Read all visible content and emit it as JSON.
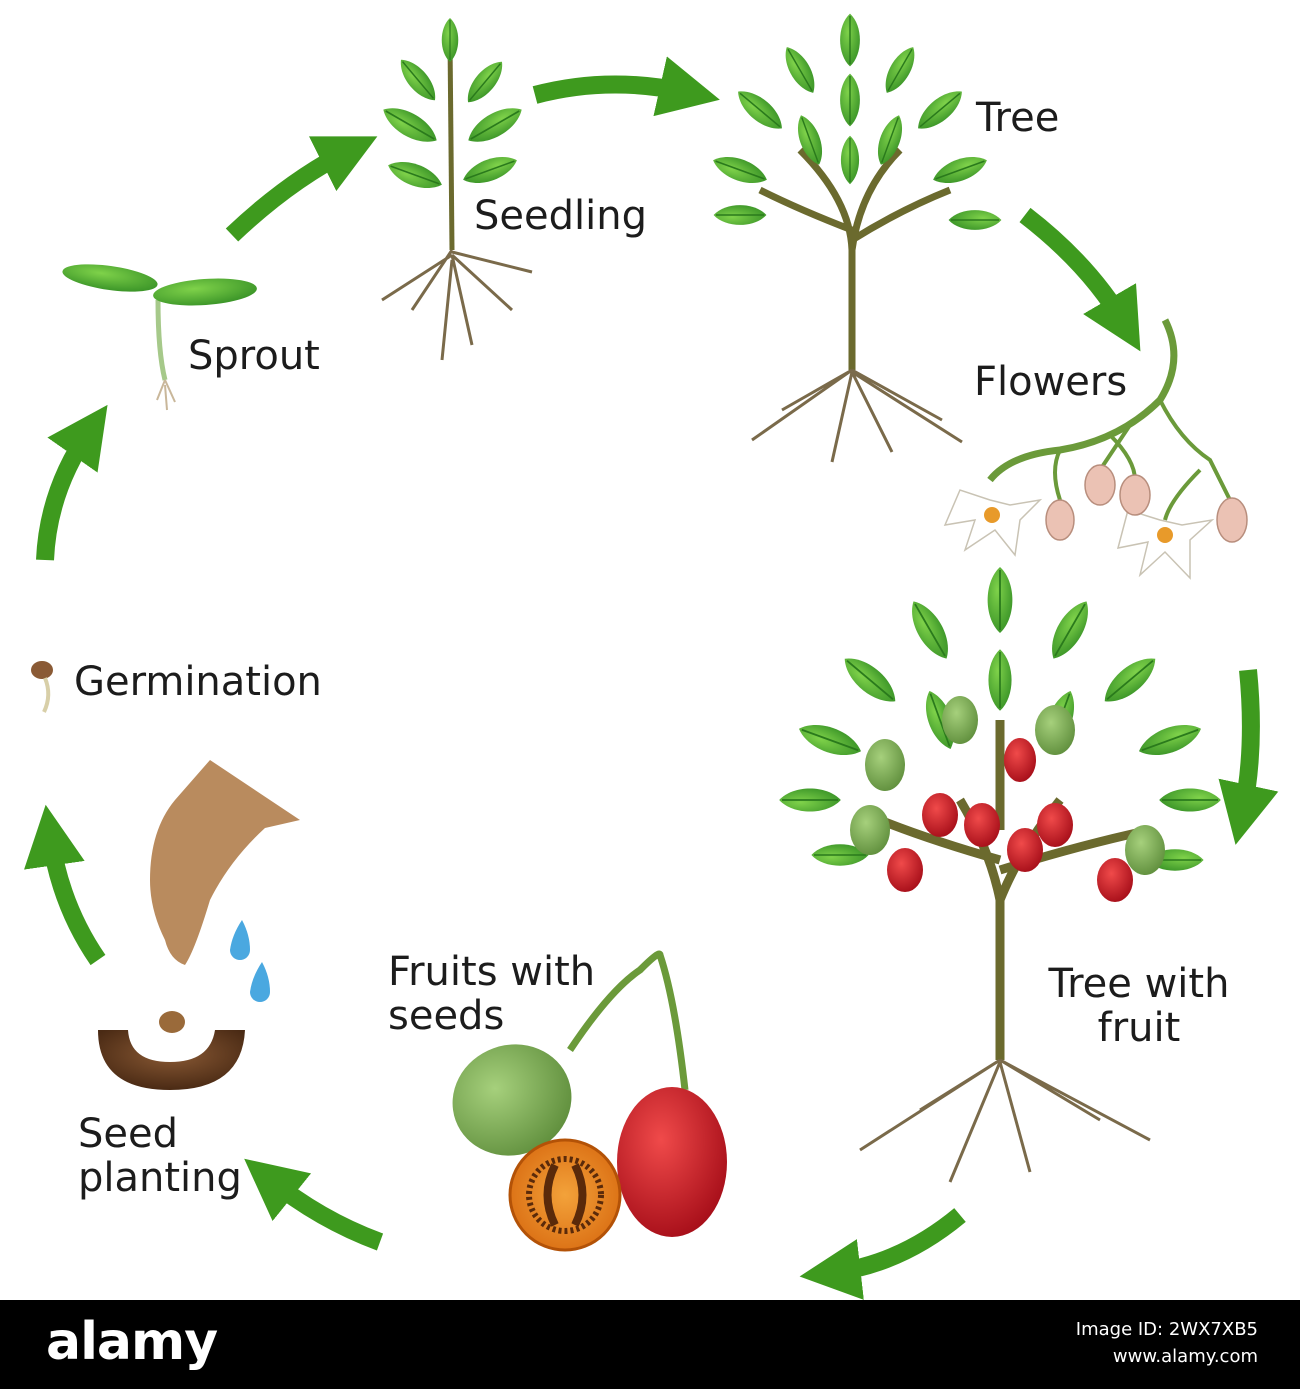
{
  "stages": {
    "sprout": "Sprout",
    "seedling": "Seedling",
    "tree": "Tree",
    "flowers": "Flowers",
    "tree_with_fruit_1": "Tree with",
    "tree_with_fruit_2": "fruit",
    "fruits_with_seeds_1": "Fruits with",
    "fruits_with_seeds_2": "seeds",
    "seed_planting_1": "Seed",
    "seed_planting_2": "planting",
    "germination": "Germination"
  },
  "footer": {
    "logo": "alamy",
    "image_id": "Image ID: 2WX7XB5",
    "site": "www.alamy.com"
  },
  "colors": {
    "arrow": "#3e9a1e",
    "leaf": "#3fa535",
    "stem": "#6b6a2e",
    "root": "#7a6a4a",
    "fruit_red": "#c8102e",
    "fruit_green": "#7fae5a"
  }
}
